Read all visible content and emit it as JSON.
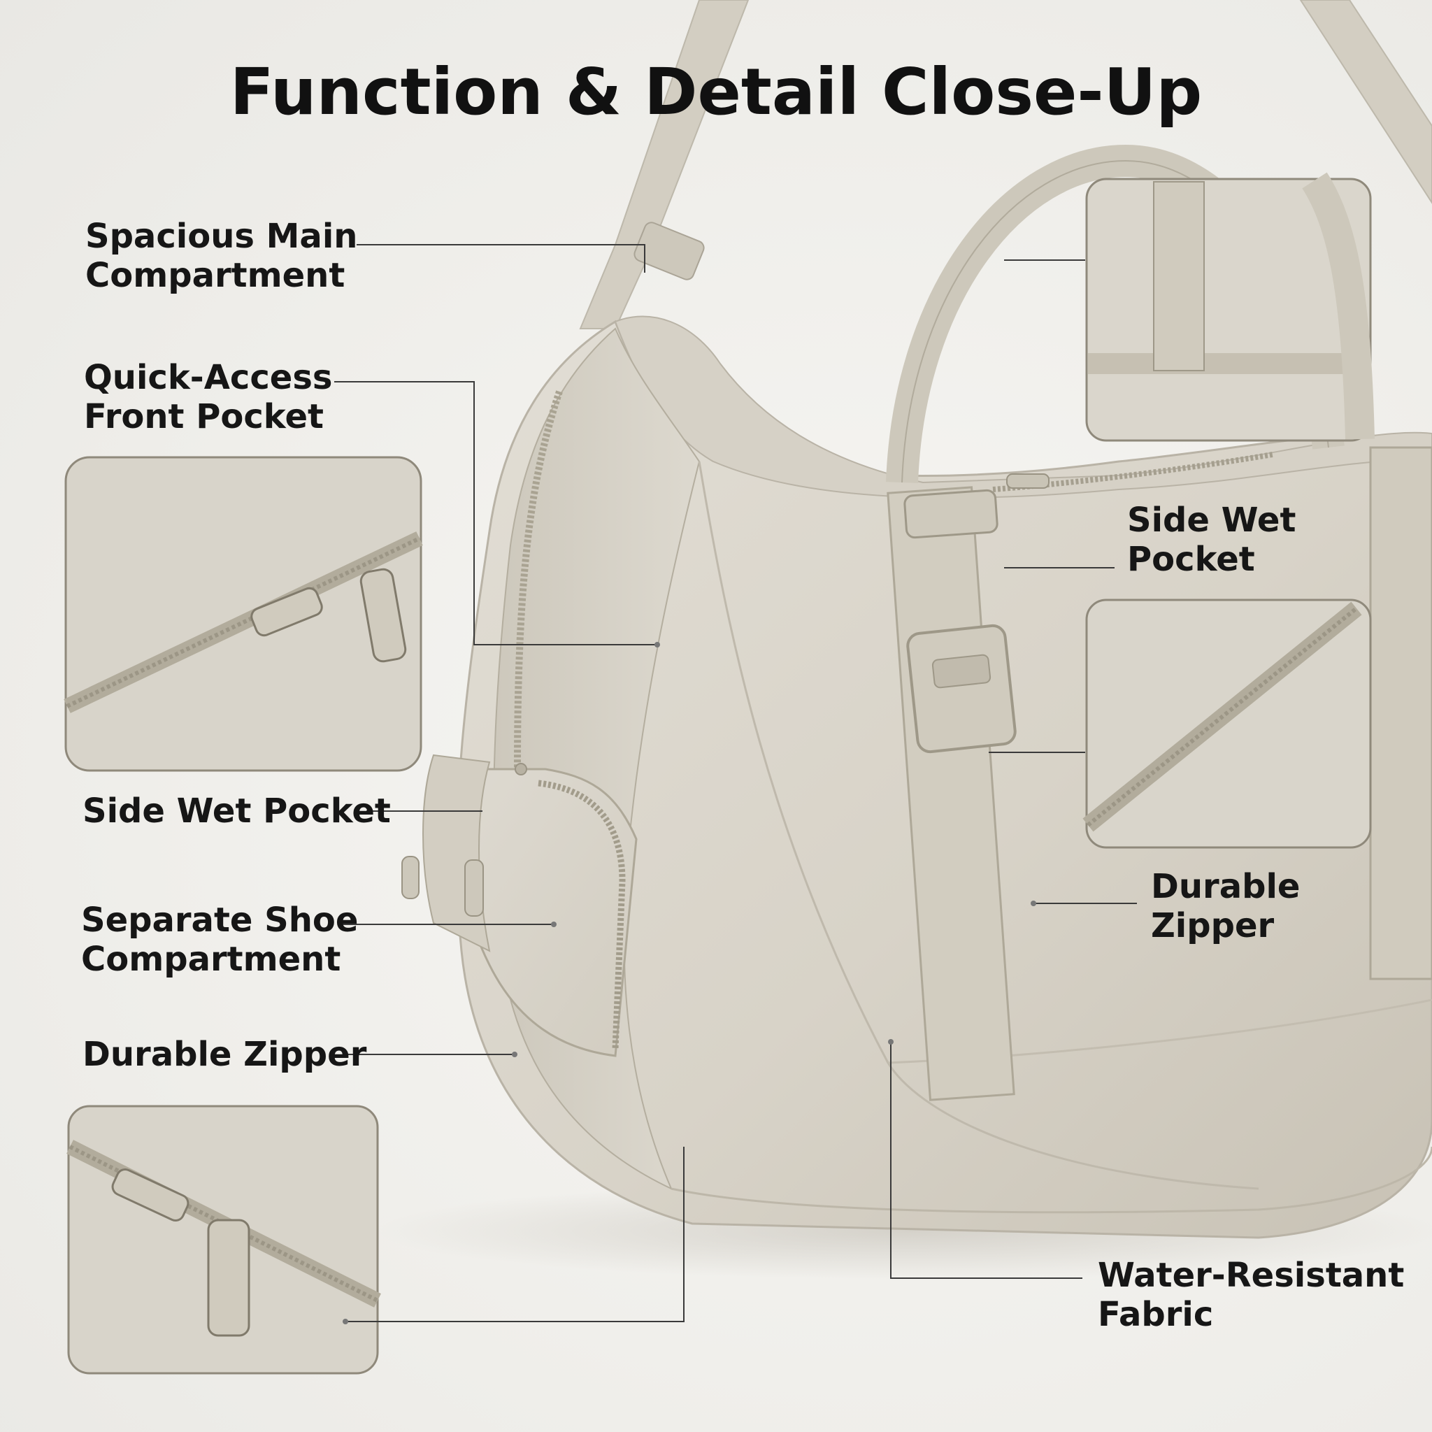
{
  "title": "Function & Detail Close-Up",
  "colors": {
    "background": "#f2f1ee",
    "fabric": "#d9d5cb",
    "fabric_shadow": "#c4bfb3",
    "strap": "#cfcabd",
    "text": "#161616",
    "callout_line": "#3a3a3a"
  },
  "labels": {
    "main_compartment": [
      "Spacious Main",
      "Compartment"
    ],
    "front_pocket": [
      "Quick-Access",
      "Front Pocket"
    ],
    "side_wet_pocket_left": [
      "Side Wet Pocket"
    ],
    "shoe_compartment": [
      "Separate Shoe",
      "Compartment"
    ],
    "durable_zipper_left": [
      "Durable Zipper"
    ],
    "side_wet_pocket_right": [
      "Side Wet",
      "Pocket"
    ],
    "durable_zipper_right": [
      "Durable",
      "Zipper"
    ],
    "water_resistant": [
      "Water-Resistant",
      "Fabric"
    ]
  }
}
